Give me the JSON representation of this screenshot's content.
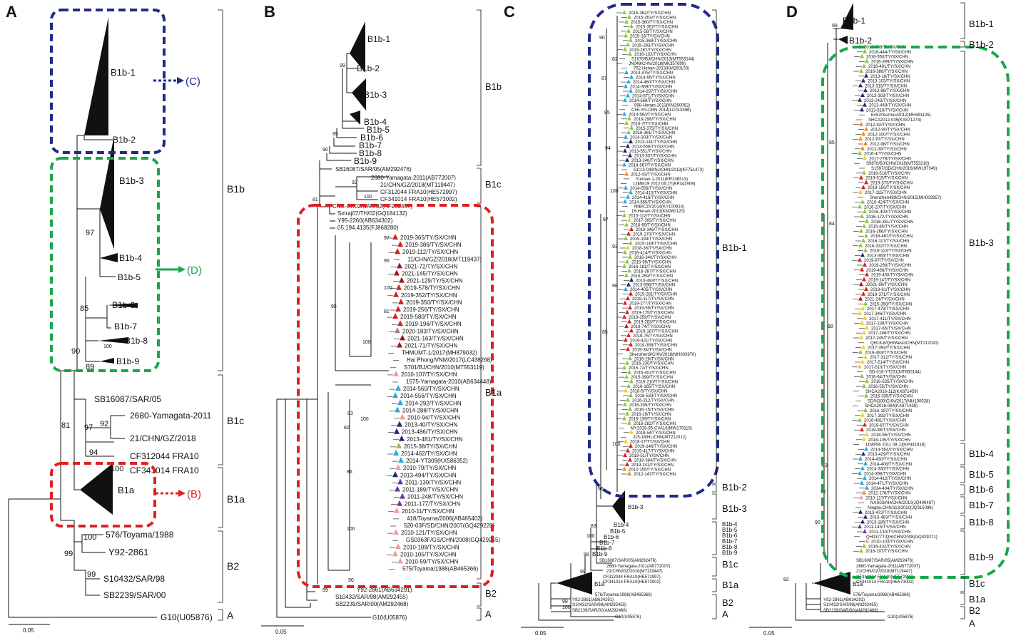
{
  "panels": {
    "A": {
      "letter": "A",
      "clades": [
        "B1b-1",
        "B1b-2",
        "B1b-3",
        "B1b-4",
        "B1b-5",
        "B1b-6",
        "B1b-7",
        "B1b-8",
        "B1b-9",
        "B1a"
      ],
      "leaves": [
        "SB16087/SAR/05",
        "2680-Yamagata-2011",
        "21/CHN/GZ/2018",
        "CF312044 FRA10",
        "CF341014 FRA10",
        "576/Toyama/1988",
        "Y92-2861",
        "S10432/SAR/98",
        "SB2239/SAR/00",
        "G10(U05876)"
      ],
      "bootstrap": [
        "99",
        "97",
        "85",
        "100",
        "90",
        "89",
        "97",
        "92",
        "94",
        "100",
        "81",
        "100",
        "99",
        "99"
      ],
      "brackets": [
        "B1b",
        "B1c",
        "B1a",
        "B2",
        "A"
      ],
      "arrows": [
        "(C)",
        "(D)",
        "(B)"
      ],
      "scale": "0.05"
    },
    "B": {
      "letter": "B",
      "clades": [
        "B1b-1",
        "B1b-2",
        "B1b-3",
        "B1b-4",
        "B1b-5",
        "B1b-6",
        "B1b-7",
        "B1b-8",
        "B1b-9"
      ],
      "leaves_top": [
        "SB16087/SAR/05(AM292476)",
        "2680-Yamagata-2011(AB772007)",
        "21/CHN/GZ/2018(MT119447)",
        "CF312044 FRA10(HE572997)",
        "CF341014 FRA10(HE573002)",
        "CNC-87/02/SAR/02(AF292457)",
        "Siriraj07/TH/02(GQ184132)",
        "Y95-2260(AB634302)",
        "05.194.4135(FJ868280)"
      ],
      "leaves_red": [
        "2019-365/TY/SX/CHN",
        "2019-386/TY/SX/CHN",
        "2019-112/TY/SX/CHN",
        "11/CHN/GZ/2018(MT119437)",
        "2021-72/TY/SX/CHN",
        "2021-145/TY/SX/CHN",
        "2021-129/TY/SX/CHN",
        "2019-578/TY/SX/CHN",
        "2019-352/TY/SX/CHN",
        "2019-350/TY/SX/CHN",
        "2019-256/TY/SX/CHN",
        "2019-580/TY/SX/CHN",
        "2019-196/TY/SX/CHN",
        "2020-183/TY/SX/CHN",
        "2021-163/TY/SX/CHN",
        "2021-71/TY/SX/CHN",
        "THMUMT-1/2017(MH879032)",
        "Hai Phong/VNM/2017(LC438268)",
        "S701/BJ/CHN/2010(MT553119)",
        "2010-107/TY/SX/CHN",
        "1575-Yamagata-2010(AB634448)",
        "2014-560/TY/SX/CHN",
        "2014-556/TY/SX/CHN",
        "2014-292/TY/SX/CHN",
        "2014-288/TY/SX/CHN",
        "2010-94/TY/SX/CHN",
        "2013-40/TY/SX/CHN",
        "2013-486/TY/SX/CHN",
        "2013-481/TY/SX/CHN",
        "2015-38/TY/SX/CHN",
        "2014-462/TY/SX/CHN",
        "2014-YT309(KX586352)",
        "2010-79/TY/SX/CHN",
        "2013-494/TY/SX/CHN",
        "2011-139/TY/SX/CHN",
        "2011-189/TY/SX/CHN",
        "2011-248/TY/SX/CHN",
        "2011-177/TY/SX/CHN",
        "2010-11/TY/SX/CHN",
        "418/Toyama/2006(AB465402)",
        "520-03F/SD/CHN/2007(GQ429220)",
        "2010-121/TY/SX/CHN",
        "GS0363F/GS/CHN/2008(GQ429255)",
        "2010-109/TY/SX/CHN",
        "2010-105/TY/SX/CHN",
        "2010-59/TY/SX/CHN",
        "575/Toyama/1988(AB465366)"
      ],
      "leaves_bottom": [
        "Y92-2861(AB634291)",
        "S10432/SAR/98(AM292455)",
        "SB2239/SAR/00(AM292468)",
        "G10(U05876)"
      ],
      "brackets": [
        "B1b",
        "B1c",
        "B1a",
        "B2",
        "A"
      ],
      "bootstrap": [
        "99",
        "85",
        "90",
        "92",
        "100",
        "81",
        "95",
        "97",
        "100",
        "95",
        "81",
        "100",
        "83",
        "100",
        "82",
        "86",
        "100",
        "90",
        "99"
      ],
      "scale": "0.05"
    },
    "C": {
      "letter": "C",
      "leaves": [
        "2015-362/TY/SX/CHN",
        "2015-353/TY/SX/CHN",
        "2015-360/TY/SX/CHN",
        "2015-357/TY/SX/CHN",
        "2015-58/TY/SX/CHN",
        "2015-16/TY/SX/CHN",
        "2015-369/TY/SX/CHN",
        "2015-283/TY/SX/CHN",
        "2015-287/TY/SX/CHN",
        "2016-132/TY/SX/CHN",
        "S1670/BJ/CHN/2013(MT553144)",
        "JN049/CHN/2018(MK357699)",
        "752-Henan-2013(KM260103)",
        "2014-475/TY/SX/CHN",
        "2014-65/TY/SX/CHN",
        "2014-460/TY/SX/CHN",
        "2014-369/TY/SX/CHN",
        "2014-297/TY/SX/CHN",
        "2014-571/TY/SX/CHN",
        "2014-569/TY/SX/CHN",
        "998-Henan-2013(KM260062)",
        "C55-YN-CHN-2014(LC013396)",
        "2014-564/TY/SX/CHN",
        "2016-298/TY/SX/CHN",
        "2016-7/TY/SX/CHN",
        "2015-375/TY/SX/CHN",
        "2016-361/TY/SX/CHN",
        "2014-303/TY/SX/CHN",
        "2013-141/TY/SX/CHN",
        "2013-558/TY/SX/CHN",
        "2013-551/TY/SX/CHN",
        "2013-307/TY/SX/CHN",
        "2013-240/TY/SX/CHN",
        "2014-567/TY/SX/CHN",
        "GC13-049/NJ/CHN/2013(KF751473)",
        "2012-43/TY/SX/CHN",
        "Yunnan-1-2011(KR136313)",
        "12MM19 2012 06 JY(KP341909)",
        "2014-556/TY/SX/CHN",
        "2014-415/TY/SX/CHN",
        "2014-418/TY/SX/CHN",
        "2014-565/TY/SX/CHN",
        "ltbB/C15/2014(KY100914)",
        "16-Henan-2013(KM260120)",
        "2015-112/TY/SX/CHN",
        "2017-395/TY/SX/CHN",
        "2016-69/TY/SX/CHN",
        "2019-346/TY/SX/CHN",
        "2019-170/TY/SX/CHN",
        "2015-194/TY/SX/CHN",
        "2015-149/TY/SX/CHN",
        "2018-38/TY/SX/CHN",
        "2016-414/TY/SX/CHN",
        "2016-340/TY/SX/CHN",
        "2015-99/TY/SX/CHN",
        "2016-181/TY/SX/CHN",
        "2016-387/TY/SX/CHN",
        "2015-259/TY/SX/CHN",
        "2013-493/TY/SX/CHN",
        "2013-596/TY/SX/CHN",
        "2014-405/TY/SX/CHN",
        "2019-281/TY/SX/CHN",
        "2019-117/TY/SX/CHN",
        "2019-277/TY/SX/CHN",
        "2019-59/TY/SX/CHN",
        "2019-175/TY/SX/CHN",
        "2019-359/TY/SX/CHN",
        "2019-283/TY/SX/CHN",
        "2019-74/TY/SX/CHN",
        "2019-187/TY/SX/CHN",
        "2019-75/TY/SX/CHN",
        "2019-421/TY/SX/CHN",
        "2019-358/TY/SX/CHN",
        "2019-34/TY/SX/CHN",
        "Shenzhen9/CHN/2018(MH003970)",
        "2016-26/TY/SX/CHN",
        "2016-230/TY/SX/CHN",
        "2015-72/TY/SX/CHN",
        "2015-402/TY/SX/CHN",
        "2015-399/TY/SX/CHN",
        "2016-210/TY/SX/CHN",
        "2016-185/TY/SX/CHN",
        "2018-5/TY/SX/CHN",
        "2016-533/TY/SX/CHN",
        "2016-212/TY/SX/CHN",
        "2016-339/TY/SX/CHN",
        "2016-15/TY/SX/CHN",
        "2016-19/TY/SX/CHN",
        "2016-139/TY/SX/CHN",
        "2016-282/TY/SX/CHN",
        "MY2019-95-CVA16(MW179119)",
        "2018-54/TY/SX/CHN",
        "J15-16/HL/CHN(MT212012)",
        "2018-17/TY/SX/CHN",
        "2019-146/TY/SX/CHN",
        "2019-417/TY/SX/CHN",
        "2019-51/TY/SX/CHN",
        "2019-384/TY/SX/CHN",
        "2019-241/TY/SX/CHN",
        "2012-155/TY/SX/CHN",
        "2012-147/TY/SX/CHN"
      ],
      "leaves_bottom": [
        "SB16087/SAR/05(AM292476)",
        "2680-Yamagata-2011(AB772007)",
        "21/CHN/GZ/2018(MT119447)",
        "CF312044 FRA10(HE572997)",
        "CF341014 FRA10(HE573002)",
        "576/Toyama/1988(AB465368)",
        "Y92-2861(AB634291)",
        "S10432/SAR/98(AM292455)",
        "SB2239/SAR/00(AM292468)",
        "G10(U05876)"
      ],
      "clades": [
        "B1b-3",
        "B1b-4",
        "B1b-5",
        "B1b-6",
        "B1b-7",
        "B1b-8",
        "B1b-9",
        "B1a"
      ],
      "brackets": [
        "B1b-1",
        "B1b-2",
        "B1b-3",
        "B1b-4",
        "B1b-5",
        "B1b-6",
        "B1b-7",
        "B1b-8",
        "B1b-9",
        "B1c",
        "B1a",
        "B2",
        "A"
      ],
      "bootstrap": [
        "90",
        "82",
        "87",
        "85",
        "94",
        "100",
        "87",
        "93",
        "98",
        "85",
        "100",
        "96",
        "83",
        "100",
        "88",
        "99",
        "93",
        "99",
        "100"
      ],
      "scale": "0.05"
    },
    "D": {
      "letter": "D",
      "leaves": [
        "2016-388/TY/SX/CHN",
        "2016-444/TY/SX/CHN",
        "2016-550/TY/SX/CHN",
        "2016-399/TY/SX/CHN",
        "2016-491/TY/SX/CHN",
        "2016-388/TY/SX/CHN",
        "2013-18/TY/SX/CHN",
        "2013-103/TY/SX/CHN",
        "2013-315/TY/SX/CHN",
        "2013-86/TY/SX/CHN",
        "2013-303/TY/SX/CHN",
        "2013-243/TY/SX/CHN",
        "2013-449/TY/SX/CHN",
        "2013-519/TY/SX/CHN",
        "Ec52/Suzhou/2012(MH491125)",
        "SHCA2012-035(KX871273)",
        "2012-82/TY/SX/CHN",
        "2012-90/TY/SX/CHN",
        "2012-100/TY/SX/CHN",
        "2012-97/TY/SX/CHN",
        "2012-98/TY/SX/CHN",
        "2012-39/TY/SX/CHN",
        "2016-4/TY/SX/CHN",
        "2017-278/TY/SX/CHN",
        "S9876/BJ/CHN/2018(MT553216)",
        "S1597/GD/CHN/2016(MW197349)",
        "2016-516/TY/SX/CHN",
        "2019-515/TY/SX/CHN",
        "2019-373/TY/SX/CHN",
        "2019-150/TY/SX/CHN",
        "2017-115/TY/SX/CHN",
        "Shenzhen489/CHN/2015(MH003957)",
        "2016-424/TY/SX/CHN",
        "2016-207/TY/SX/CHN",
        "2016-400/TY/SX/CHN",
        "2016-172/TY/SX/CHN",
        "2016-351/TY/SX/CHN",
        "2015-85/TY/SX/CHN",
        "2016-266/TY/SX/CHN",
        "2016-467/TY/SX/CHN",
        "2016-117/TY/SX/CHN",
        "2016-332/TY/SX/CHN",
        "2016-113/TY/SX/CHN",
        "2013-365/TY/SX/CHN",
        "2019-97/TY/SX/CHN",
        "2019-266/TY/SX/CHN",
        "2019-458/TY/SX/CHN",
        "2019-430/TY/SX/CHN",
        "2019-147/TY/SX/CHN",
        "J2021-89/TY/SX/CHN",
        "2019-61/TY/SX/CHN",
        "2019-371/TY/SX/CHN",
        "2021-24/TY/SX/CHN",
        "2015-359/TY/SX/CHN",
        "2017-479/TY/SX/CHN",
        "2017-346/TY/SX/CHN",
        "2017-411/TY/SX/CHN",
        "2017-239/TY/SX/CHN",
        "2017-65/TY/SX/CHN",
        "2017-246/TY/SX/CHN",
        "2017-245/TY/SX/CHN",
        "QH18-8/QH/WesctCHN(MT212020)",
        "2017-393/TY/SX/CHN",
        "2016-493/TY/SX/CHN",
        "2017-312/TY/SX/CHN",
        "2017-514/TY/SX/CHN",
        "2017-510/TY/SX/CHN",
        "SD-018-YT231(MT850144)",
        "2016-64/TY/SX/CHN",
        "2016-535/TY/SX/CHN",
        "2016-55/TY/SX/CHN",
        "SHCA2016-112(KX871459)",
        "2016-335/TY/SX/CHN",
        "SD/N100/CHN/2017(MH100028)",
        "SHCA2016-084(KX871438)",
        "2016-197/TY/SX/CHN",
        "2017-392/TY/SX/CHN",
        "2016-481/TY/SX/CHN",
        "2019-87/TY/SX/CHN",
        "2019-98/TY/SX/CHN",
        "2018-96/TY/SX/CHN",
        "2018-105/TY/SX/CHN",
        "11MF56 2011 08 JJ(KP341818)",
        "2014-554/TY/SX/CHN",
        "2013-429/TY/SX/CHN",
        "2014-430/TY/SX/CHN",
        "2014-408/TY/SX/CHN",
        "2014-330/TY/SX/CHN",
        "2014-398/TY/SX/CHN",
        "2014-412/TY/SX/CHN",
        "2014-471/TY/SX/CHN",
        "2014-404/TY/SX/CHN",
        "2012-176/TY/SX/CHN",
        "2010-117/TY/SX/CHN",
        "NAS03/AH/CHN/2010(JQ409497)",
        "Ningbo.CHN/113/2010(JQ315098)",
        "2013-472/TY/SX/CHN",
        "2013-483/TY/SX/CHN",
        "2013-185/TY/SX/CHN",
        "2011-145/TY/SX/CHN",
        "2011-130/TY/SX/CHN",
        "QH0377T/QH/CHN/2008(GQ429271)",
        "2010-103/TY/SX/CHN",
        "2016-432/TY/SX/CHN",
        "2016-107/TY/SX/CHN"
      ],
      "leaves_bottom": [
        "SB16087/SAR/05(AM292476)",
        "2680-Yamagata-2011(AB772007)",
        "21/CHN/GZ/2018(MT119447)",
        "CF312044 FRA10(HE572997)",
        "CF341014 FRA10(HE573002)",
        "576/Toyama/1988(AB465368)",
        "Y92-2861(AB634291)",
        "S10432/SAR/98(AM292455)",
        "SB2239/SAR/00(AM292468)",
        "G10(U05876)"
      ],
      "clades": [
        "B1b-1",
        "B1b-2",
        "B1a"
      ],
      "brackets": [
        "B1b-1",
        "B1b-2",
        "B1b-3",
        "B1b-4",
        "B1b-5",
        "B1b-6",
        "B1b-7",
        "B1b-8",
        "B1b-9",
        "B1c",
        "B1a",
        "B2",
        "A"
      ],
      "bootstrap": [
        "99",
        "85",
        "84",
        "98",
        "83",
        "92",
        "82",
        "90"
      ],
      "scale": "0.05"
    }
  },
  "colors": {
    "blue_box": "#1f2a8a",
    "green_box": "#1aa64a",
    "red_box": "#e02020",
    "tri_red": "#d42020",
    "tri_darkred": "#a01818",
    "tri_pink": "#e8a0a0",
    "tri_cyan": "#29a8e0",
    "tri_green": "#8cc63f",
    "tri_darkblue": "#1e2a6a",
    "tri_purple": "#6a3aa0",
    "tri_orange": "#f08a20",
    "tri_yellow": "#f0d020",
    "tri_gray": "#8a8a8a"
  }
}
